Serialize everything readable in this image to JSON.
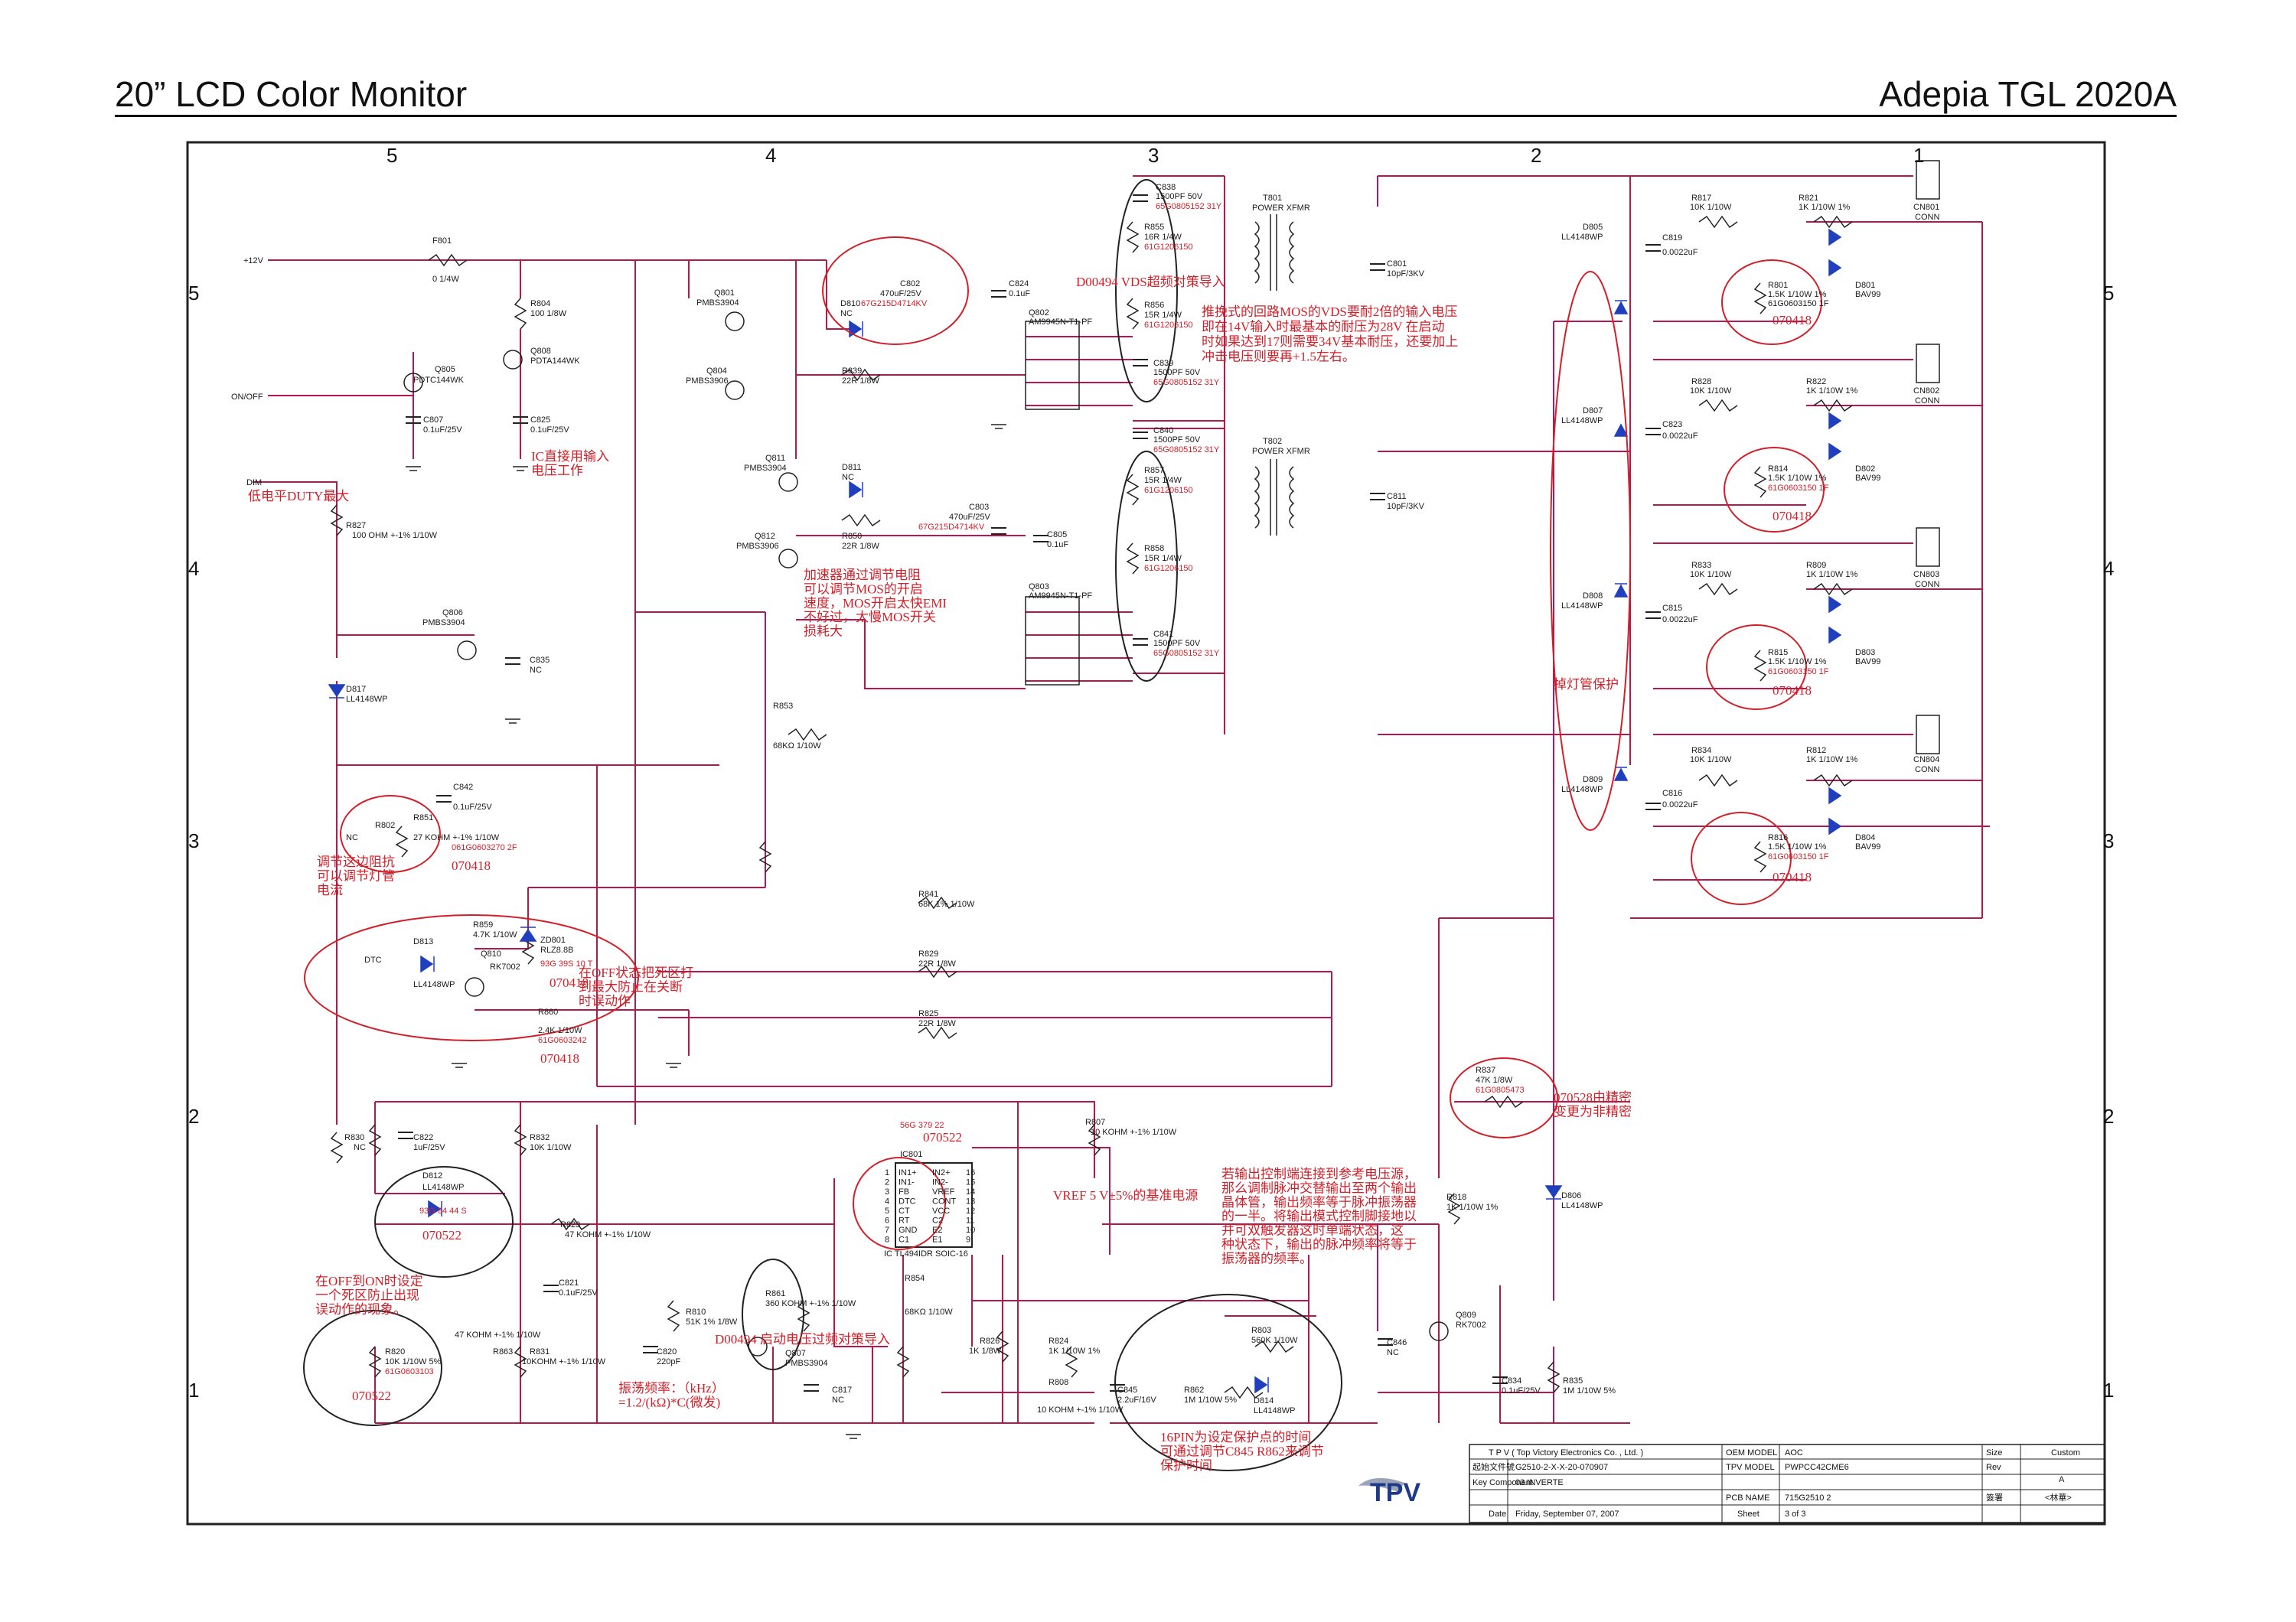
{
  "header": {
    "title_left": "20” LCD Color Monitor",
    "title_right": "Adepia TGL 2020A"
  },
  "grid": {
    "columns": [
      "5",
      "4",
      "3",
      "2",
      "1"
    ],
    "rows": [
      "5",
      "4",
      "3",
      "2",
      "1"
    ]
  },
  "nets": {
    "v12": "+12V",
    "onoff": "ON/OFF",
    "dim": "DIM",
    "dtc": "DTC",
    "f801": "F801",
    "f801_val": "0    1/4W"
  },
  "components": {
    "r804": "R804",
    "r804_val": "100  1/8W",
    "q805": "Q805",
    "q805_val": "PDTC144WK",
    "q808": "Q808",
    "q808_val": "PDTA144WK",
    "c807": "C807",
    "c807_val": "0.1uF/25V",
    "c825": "C825",
    "c825_val": "0.1uF/25V",
    "q801": "Q801",
    "q801_val": "PMBS3904",
    "q804": "Q804",
    "q804_val": "PMBS3906",
    "c802": "C802",
    "c802_val": "470uF/25V",
    "c802_pn": "67G215D4714KV",
    "d810": "D810",
    "d810_val": "NC",
    "r839": "R839",
    "r839_val": "22R 1/8W",
    "c824": "C824",
    "c824_val": "0.1uF",
    "q802": "Q802",
    "q802_val": "AM9945N-T1-PF",
    "q811": "Q811",
    "q811_val": "PMBS3904",
    "d811": "D811",
    "d811_val": "NC",
    "q812": "Q812",
    "q812_val": "PMBS3906",
    "r850": "R850",
    "r850_val": "22R 1/8W",
    "c803": "C803",
    "c803_val": "470uF/25V",
    "c803_pn": "67G215D4714KV",
    "c805": "C805",
    "c805_val": "0.1uF",
    "q803": "Q803",
    "q803_val": "AM9945N-T1-PF",
    "r827": "R827",
    "r827_val": "100 OHM +-1% 1/10W",
    "q806": "Q806",
    "q806_val": "PMBS3904",
    "c835": "C835",
    "c835_val": "NC",
    "d817": "D817",
    "d817_val": "LL4148WP",
    "r853": "R853",
    "r853_val": "68KΩ 1/10W",
    "c842": "C842",
    "c842_val": "0.1uF/25V",
    "r802": "R802",
    "r802_val": "NC",
    "r851": "R851",
    "r851_val": "27 KOHM +-1% 1/10W",
    "r851_pn": "061G0603270 2F",
    "r841": "R841",
    "r841_val": "68K   1% 1/10W",
    "d813": "D813",
    "d813_val": "LL4148WP",
    "r859": "R859",
    "r859_val": "4.7K    1/10W",
    "q810": "Q810",
    "q810_val": "RK7002",
    "zd801": "ZD801",
    "zd801_val": "RLZ8.8B",
    "zd801_pn": "93G 39S 10  T",
    "r860": "R860",
    "r860_val": "2.4K    1/10W",
    "r860_pn": "61G0603242",
    "r829": "R829",
    "r829_val": "22R 1/8W",
    "r825": "R825",
    "r825_val": "22R 1/8W",
    "c838": "C838",
    "c838_val": "1500PF 50V",
    "c838_pn": "65G0805152 31Y",
    "r855": "R855",
    "r855_val": "16R 1/4W",
    "r855_pn": "61G1206150",
    "r856": "R856",
    "r856_val": "15R 1/4W",
    "r856_pn": "61G1206150",
    "c839": "C839",
    "c839_val": "1500PF 50V",
    "c839_pn": "65G0805152 31Y",
    "t801": "T801",
    "t801_val": "POWER XFMR",
    "c840": "C840",
    "c840_val": "1500PF 50V",
    "c840_pn": "65G0805152 31Y",
    "r857": "R857",
    "r857_val": "15R 1/4W",
    "r857_pn": "61G1206150",
    "r858": "R858",
    "r858_val": "15R 1/4W",
    "r858_pn": "61G1206150",
    "c841": "C841",
    "c841_val": "1500PF 50V",
    "c841_pn": "65G0805152 31Y",
    "t802": "T802",
    "t802_val": "POWER XFMR",
    "c801": "C801",
    "c801_val": "10pF/3KV",
    "c811": "C811",
    "c811_val": "10pF/3KV",
    "d805": "D805",
    "d805_val": "LL4148WP",
    "c819": "C819",
    "c819_val": "0.0022uF",
    "r817": "R817",
    "r817_val": "10K 1/10W",
    "r821": "R821",
    "r821_val": "1K 1/10W 1%",
    "r801": "R801",
    "r801_val": "1.5K 1/10W 1%",
    "r801_pn": "61G0603150 1F",
    "d801": "D801",
    "d801_val": "BAV99",
    "cn801": "CN801",
    "cn801_val": "CONN",
    "d807": "D807",
    "d807_val": "LL4148WP",
    "c823": "C823",
    "c823_val": "0.0022uF",
    "r828": "R828",
    "r828_val": "10K 1/10W",
    "r822": "R822",
    "r822_val": "1K 1/10W 1%",
    "r814": "R814",
    "r814_val": "1.5K 1/10W 1%",
    "r814_pn": "61G0603150 1F",
    "d802": "D802",
    "d802_val": "BAV99",
    "cn802": "CN802",
    "cn802_val": "CONN",
    "d808": "D808",
    "d808_val": "LL4148WP",
    "c815": "C815",
    "c815_val": "0.0022uF",
    "r833": "R833",
    "r833_val": "10K 1/10W",
    "r809": "R809",
    "r809_val": "1K 1/10W 1%",
    "r815": "R815",
    "r815_val": "1.5K 1/10W 1%",
    "r815_pn": "61G0603150 1F",
    "d803": "D803",
    "d803_val": "BAV99",
    "cn803": "CN803",
    "cn803_val": "CONN",
    "d809": "D809",
    "d809_val": "LL4148WP",
    "c816": "C816",
    "c816_val": "0.0022uF",
    "r834": "R834",
    "r834_val": "10K 1/10W",
    "r812": "R812",
    "r812_val": "1K 1/10W 1%",
    "r816": "R816",
    "r816_val": "1.5K 1/10W 1%",
    "r816_pn": "61G0603150 1F",
    "d804": "D804",
    "d804_val": "BAV99",
    "cn804": "CN804",
    "cn804_val": "CONN",
    "r837": "R837",
    "r837_val": "47K 1/8W",
    "r837_pn": "61G0805473",
    "r830": "R830",
    "r830_val": "NC",
    "c822": "C822",
    "c822_val": "1uF/25V",
    "r832": "R832",
    "r832_val": "10K 1/10W",
    "d812": "D812",
    "d812_val": "LL4148WP",
    "d812_pn": "93G 84 44  S",
    "r823": "R823",
    "r823_val": "47 KOHM +-1% 1/10W",
    "c821": "C821",
    "c821_val": "0.1uF/25V",
    "r820": "R820",
    "r820_val": "10K 1/10W 5%",
    "r820_pn": "61G0603103",
    "r863": "R863",
    "r863_val": "47 KOHM +-1% 1/10W",
    "r831": "R831",
    "r831_val": "10KOHM +-1% 1/10W",
    "r810": "R810",
    "r810_val": "51K   1% 1/8W",
    "c820": "C820",
    "c820_val": "220pF",
    "r861": "R861",
    "r861_val": "360 KOHM +-1% 1/10W",
    "q807": "Q807",
    "q807_val": "PMBS3904",
    "c817": "C817",
    "c817_val": "NC",
    "ic801": "IC801",
    "ic801_val": "IC TL494IDR SOIC-16",
    "ic801_pn": "56G 379 22",
    "r854": "R854",
    "r854_val": "68KΩ 1/10W",
    "r807": "R807",
    "r807_val": "10 KOHM +-1% 1/10W",
    "r826": "R826",
    "r826_val": "1K 1/8W",
    "r824": "R824",
    "r824_val": "1K 1/10W 1%",
    "r808": "R808",
    "r808_val": "10 KOHM +-1% 1/10W",
    "c845": "C845",
    "c845_val": "2.2uF/16V",
    "r862": "R862",
    "r862_val": "1M 1/10W 5%",
    "r803": "R803",
    "r803_val": "560K    1/10W",
    "d814": "D814",
    "d814_val": "LL4148WP",
    "r818": "R818",
    "r818_val": "1K 1/10W 1%",
    "q809": "Q809",
    "q809_val": "RK7002",
    "c846": "C846",
    "c846_val": "NC",
    "c834": "C834",
    "c834_val": "0.1uF/25V",
    "r835": "R835",
    "r835_val": "1M 1/10W 5%",
    "d806": "D806",
    "d806_val": "LL4148WP"
  },
  "ic_pins": {
    "left": [
      "IN1+",
      "IN1-",
      "FB",
      "DTC",
      "CT",
      "RT",
      "GND",
      "C1"
    ],
    "right": [
      "IN2+",
      "IN2-",
      "VREF",
      "CONT",
      "VCC",
      "C2",
      "E2",
      "E1"
    ],
    "left_nums": [
      "1",
      "2",
      "3",
      "4",
      "5",
      "6",
      "7",
      "8"
    ],
    "right_nums": [
      "16",
      "15",
      "14",
      "13",
      "12",
      "11",
      "10",
      "9"
    ]
  },
  "annotations": {
    "n_ic_input": "IC直接用输入\n电压工作",
    "n_dim": "低电平DUTY最大",
    "n_mos_speed": "加速器通过调节电阻\n可以调节MOS的开启\n速度，MOS开启太快EMI\n不好过，太慢MOS开关\n损耗大",
    "n_push_pull": "推挽式的回路MOS的VDS要耐2倍的输入电压\n即在14V输入时最基本的耐压为28V 在启动\n时如果达到17则需要34V基本耐压，还要加上\n冲击电压则要再+1.5左右。",
    "n_lamp_protect": "掉灯管保护",
    "n_adjust_r": "调节这边阻抗\n可以调节灯管\n电流",
    "n_off_state": "在OFF状态把死区打\n到最大防止在关断\n时误动作",
    "n_r837": "070528由精密\n变更为非精密",
    "n_off_on": "在OFF到ON时设定\n一个死区防止出现\n误动作的现象。",
    "n_osc": "振荡频率：（kHz）\n=1.2/(kΩ)*C(微发)",
    "n_vref": "VREF 5 V±5%的基准电源",
    "n_ctrl": "若输出控制端连接到参考电压源，\n那么调制脉冲交替输出至两个输出\n晶体管，输出频率等于脉冲振荡器\n的一半。将输出模式控制脚接地以\n并可双触发器这时单端状态，这\n种状态下，输出的脉冲频率将等于\n振荡器的频率。",
    "n_protect_time": "16PIN为设定保护点的时间\n可通过调节C845 R862来调节\n保护时间",
    "n_d810_note": "D00494 VDS超频对策导入",
    "n_q807_note": "D00494 启动电压过频对策导入",
    "d_070522_a": "070522",
    "d_070522_b": "070522",
    "d_070522_c": "070522",
    "d_070418_a": "070418",
    "d_070418_b": "070418",
    "d_070418_c": "070418",
    "d_070418_d": "070418",
    "d_070418_e": "070418",
    "d_070418_f": "070418",
    "d_070418_g": "070418"
  },
  "title_block": {
    "company": "T P V  ( Top  Victory  Electronics  Co. ,  Ltd. )",
    "oem_model_label": "OEM MODEL",
    "oem_model": "AOC",
    "size_label": "Size",
    "size": "Custom",
    "f_label": "起始文件號",
    "f_value": "G2510-2-X-X-20-070907",
    "tpv_model_label": "TPV MODEL",
    "tpv_model": "PWPCC42CME6",
    "rev_label": "Rev",
    "rev": "A",
    "key_label": "Key Component",
    "key": "03.INVERTE",
    "pcb_label": "PCB NAME",
    "pcb": "715G2510  2",
    "sign_label": "簽署",
    "sign": "<林華>",
    "date_label": "Date",
    "date": "Friday, September 07, 2007",
    "sheet_label": "Sheet",
    "sheet": "3     of     3",
    "logo": "TPV"
  },
  "colors": {
    "wire": "#b5174e",
    "wire_dark": "#7a1436",
    "ink": "#1a1a1a",
    "annot": "#d0202a",
    "comp_blue": "#1f3fbf"
  }
}
